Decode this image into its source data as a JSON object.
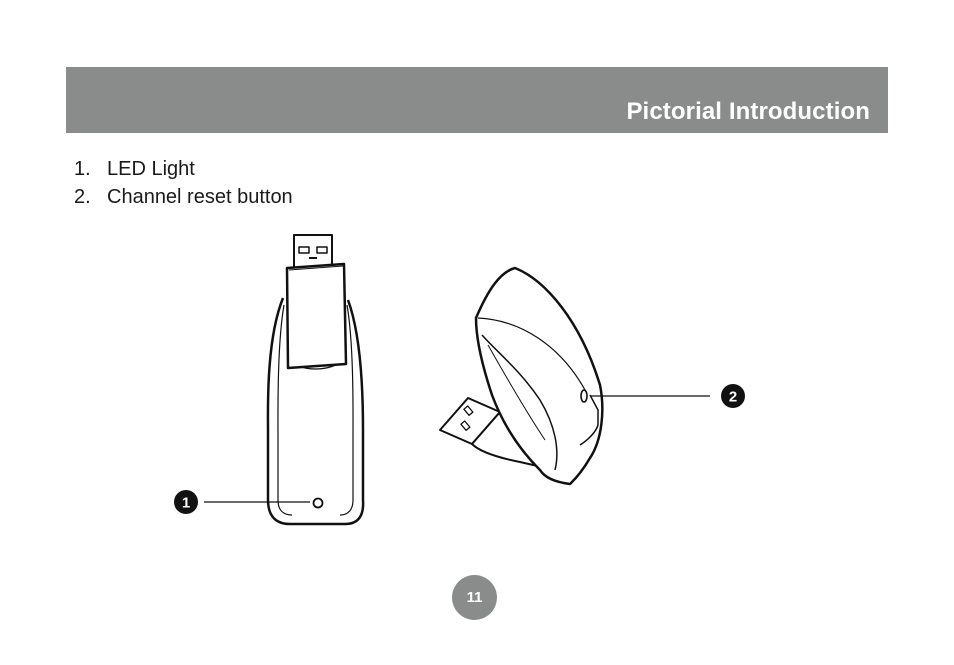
{
  "header": {
    "title": "Pictorial Introduction"
  },
  "legend": {
    "items": [
      {
        "number": "1.",
        "label": "LED Light"
      },
      {
        "number": "2.",
        "label": "Channel reset button"
      }
    ]
  },
  "callouts": {
    "one": "1",
    "two": "2"
  },
  "footer": {
    "page_number": "11"
  }
}
